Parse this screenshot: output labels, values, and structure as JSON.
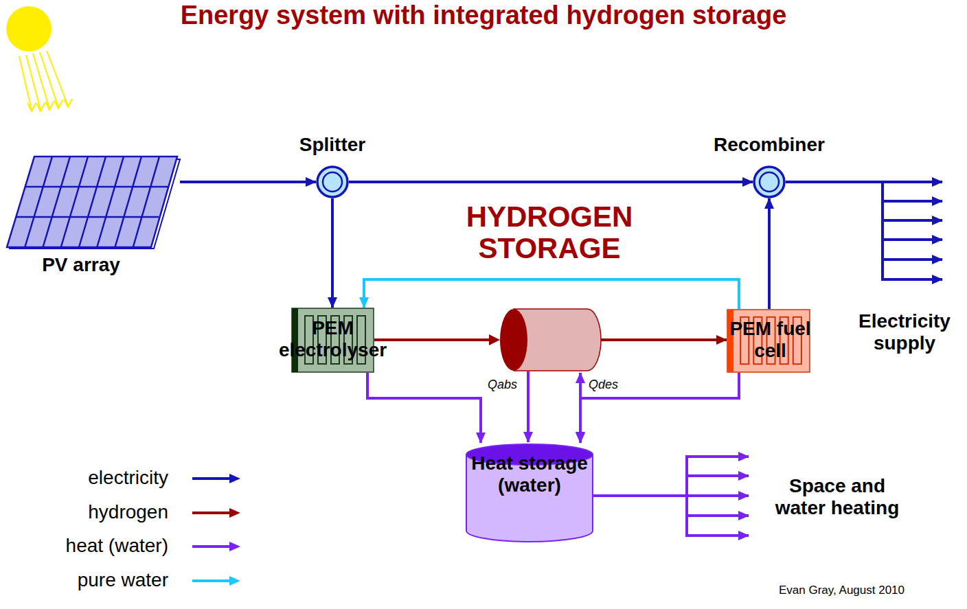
{
  "diagram": {
    "title": "Energy system with integrated hydrogen storage",
    "nodes": [
      {
        "text": [
          "PV array"
        ]
      },
      {
        "text": [
          "Splitter"
        ]
      },
      {
        "text": [
          "Recombiner"
        ]
      },
      {
        "text": [
          "PEM electrolyser"
        ]
      },
      {
        "text": [
          "PEM fuel cell"
        ]
      },
      {
        "text": [
          "Heat storage (water)"
        ]
      }
    ],
    "edges": [
      {
        "from": 0,
        "to": 1,
        "arrow": "to"
      },
      {
        "from": 1,
        "to": 2,
        "arrow": "to"
      },
      {
        "from": 1,
        "to": 3,
        "arrow": "to"
      },
      {
        "from": 3,
        "to": 4,
        "arrow": "to"
      },
      {
        "from": 4,
        "to": 3,
        "arrow": "to"
      },
      {
        "from": 4,
        "to": 2,
        "arrow": "to"
      },
      {
        "from": 3,
        "to": 5,
        "arrow": "to"
      },
      {
        "from": 4,
        "to": 5,
        "arrow": "to"
      }
    ],
    "labels": [
      "HYDROGEN STORAGE",
      "Qabs",
      "Qdes",
      "Electricity supply",
      "Space and water heating",
      "Evan Gray, August 2010"
    ],
    "legend": [
      {
        "text": "electricity",
        "color": "#1414b8"
      },
      {
        "text": "hydrogen",
        "color": "#990000"
      },
      {
        "text": "heat (water)",
        "color": "#7a22f5"
      },
      {
        "text": "pure water",
        "color": "#1ec6ff"
      }
    ]
  }
}
